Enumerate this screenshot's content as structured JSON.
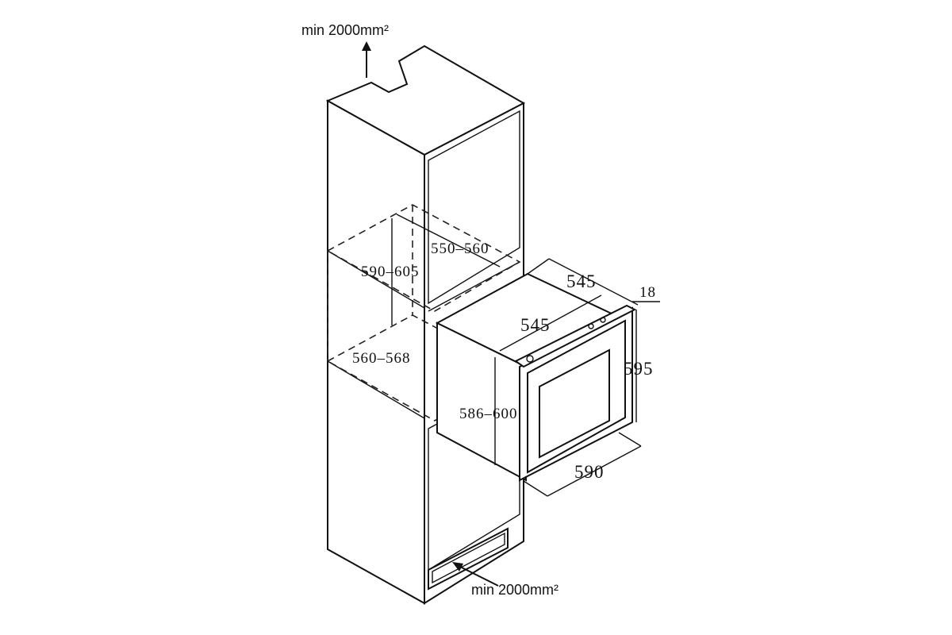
{
  "notes": {
    "top_vent": "min 2000mm²",
    "bottom_vent": "min 2000mm²"
  },
  "niche": {
    "depth": "550–560",
    "height": "590–605",
    "width": "560–568"
  },
  "oven": {
    "depth_top": "545",
    "depth_side": "545",
    "front_thickness": "18",
    "front_height": "595",
    "body_height": "586–600",
    "front_width": "590"
  }
}
